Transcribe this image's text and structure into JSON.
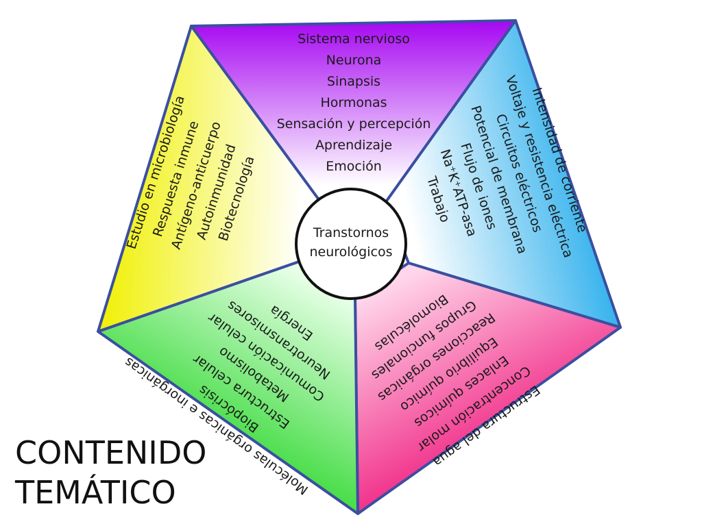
{
  "title": {
    "line1": "CONTENIDO",
    "line2": "TEMÁTICO"
  },
  "center": {
    "line1": "Transtornos",
    "line2": "neurológicos"
  },
  "segments": [
    {
      "id": "top",
      "color": "#a80cf2",
      "items": [
        "Sistema nervioso",
        "Neurona",
        "Sinapsis",
        "Hormonas",
        "Sensación y percepción",
        "Aprendizaje",
        "Emoción"
      ]
    },
    {
      "id": "right",
      "color": "#10a4ea",
      "items": [
        "Intensidad de corriente",
        "Voltaje y resistencia eléctrica",
        "Circuitos eléctricos",
        "Potencial de membrana",
        "Flujo de iones",
        "Na⁺K⁺ATP-asa",
        "Trabajo"
      ]
    },
    {
      "id": "bottom-right",
      "color": "#ee0a74",
      "items": [
        "Estructura del agua",
        "Concentración molar",
        "Enlaces químicos",
        "Equilibrio químico",
        "Reacciones orgánicas",
        "Grupos funcionales",
        "Biomoléculas"
      ]
    },
    {
      "id": "bottom-left",
      "color": "#14d214",
      "items": [
        "Moléculas orgánicas e inorgánicas",
        "Biopócrisis",
        "Estructura celular",
        "Metabolismo",
        "Comunicación celular",
        "Neurotransmisores",
        "Energía"
      ]
    },
    {
      "id": "left",
      "color": "#f0f000",
      "items": [
        "Estudio en microbiología",
        "Respuesta inmune",
        "Antígeno-anticuerpo",
        "Autoinmunidad",
        "Biotecnología"
      ]
    }
  ]
}
